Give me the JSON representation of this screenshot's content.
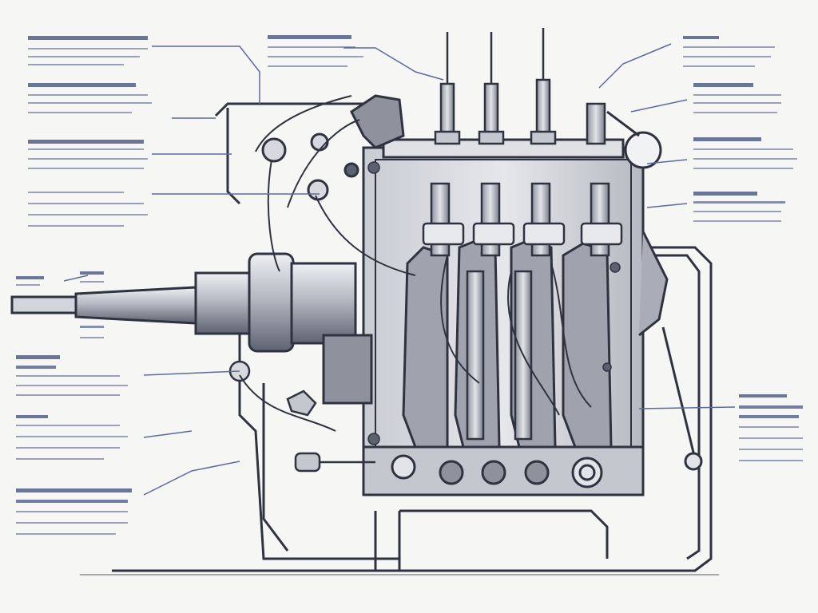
{
  "diagram": {
    "colors": {
      "background": "#f6f6f4",
      "ink": "#2f3340",
      "metal_light": "#d9dbe0",
      "metal_mid": "#a9adb7",
      "metal_dark": "#5c6170",
      "callout_text": "#3b4a7a",
      "leader_line": "#5d6aa0"
    },
    "callouts": [
      {
        "side": "left",
        "text_lines": 0
      },
      {
        "side": "left",
        "text_lines": 0
      },
      {
        "side": "left",
        "text_lines": 0
      },
      {
        "side": "left",
        "text_lines": 0
      },
      {
        "side": "left",
        "text_lines": 0
      },
      {
        "side": "left",
        "text_lines": 0
      },
      {
        "side": "left",
        "text_lines": 0
      },
      {
        "side": "left",
        "text_lines": 0
      },
      {
        "side": "top",
        "text_lines": 0
      },
      {
        "side": "right",
        "text_lines": 0
      },
      {
        "side": "right",
        "text_lines": 0
      },
      {
        "side": "right",
        "text_lines": 0
      },
      {
        "side": "right",
        "text_lines": 0
      },
      {
        "side": "right",
        "text_lines": 0
      }
    ]
  }
}
